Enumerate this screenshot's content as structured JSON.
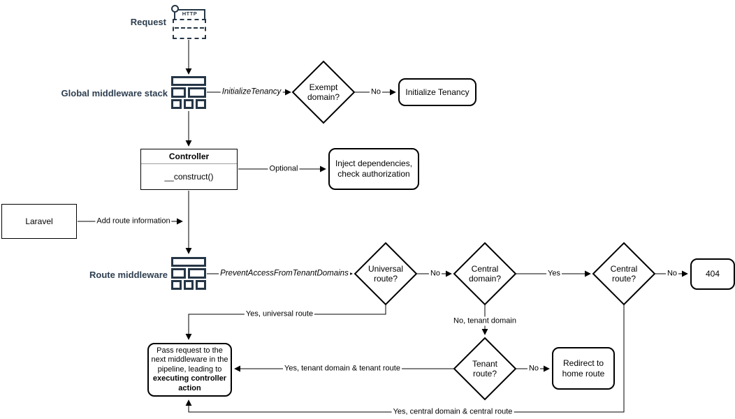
{
  "nodes": {
    "request": {
      "label": "Request",
      "icon_text": "HTTP"
    },
    "global_middleware": {
      "label": "Global middleware stack"
    },
    "exempt_domain": {
      "label": "Exempt domain?"
    },
    "initialize_tenancy": {
      "label": "Initialize Tenancy"
    },
    "controller": {
      "title": "Controller",
      "method": "__construct()"
    },
    "inject": {
      "label": "Inject dependencies, check authorization"
    },
    "laravel": {
      "label": "Laravel"
    },
    "route_middleware": {
      "label": "Route middleware"
    },
    "universal_route": {
      "label": "Universal route?"
    },
    "central_domain": {
      "label": "Central domain?"
    },
    "central_route": {
      "label": "Central route?"
    },
    "not_found": {
      "label": "404"
    },
    "tenant_route": {
      "label": "Tenant route?"
    },
    "redirect_home": {
      "label": "Redirect to home route"
    },
    "pass_request": {
      "text_normal": "Pass request to the next middleware in the pipeline, leading to ",
      "text_bold": "executing controller action"
    }
  },
  "edges": {
    "initialize_tenancy_mw": "InitializeTenancy",
    "no_exempt": "No",
    "optional": "Optional",
    "add_route_information": "Add route information",
    "prevent_access": "PreventAccessFromTenantDomains",
    "no_universal": "No",
    "yes_central_domain": "Yes",
    "no_central_route": "No",
    "no_tenant_domain": "No, tenant domain",
    "no_tenant_route": "No",
    "yes_universal_route": "Yes, universal route",
    "yes_tenant_route": "Yes, tenant domain & tenant route",
    "yes_central_route": "Yes, central domain & central route"
  },
  "colors": {
    "icon_navy": "#253646",
    "label_navy": "#2d3e50",
    "line_black": "#000000",
    "background": "#ffffff"
  }
}
